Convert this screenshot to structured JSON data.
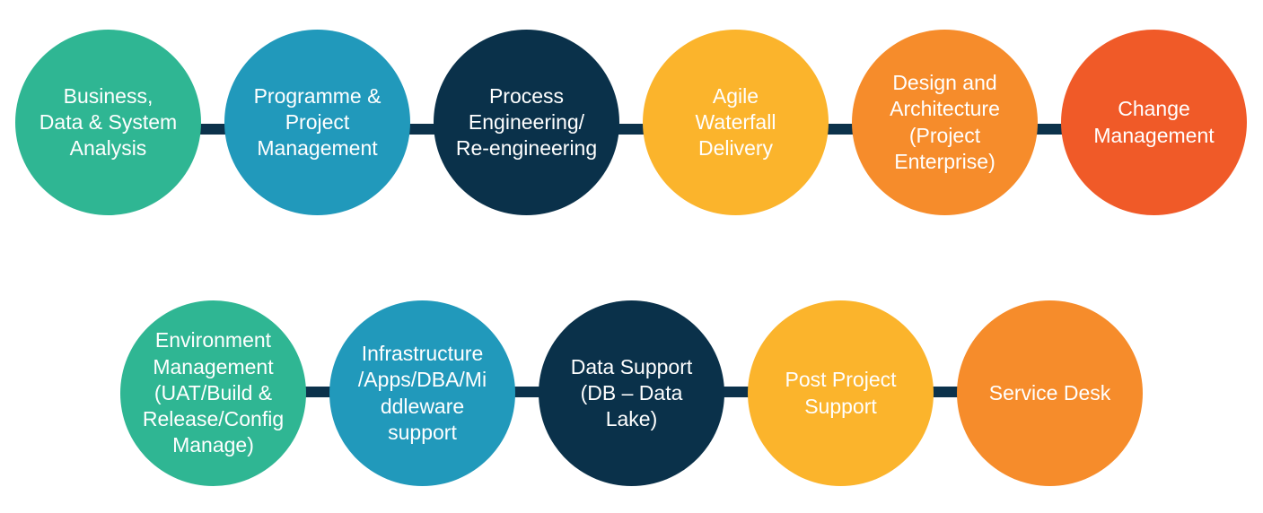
{
  "background_color": "#FFFFFF",
  "text_color": "#FFFFFF",
  "connector_color": "#0C324B",
  "palette": {
    "teal": "#2FB693",
    "blue": "#2199BB",
    "navy": "#0A314A",
    "amber": "#FBB42C",
    "orange": "#F68C2B",
    "red_orange": "#F05A28"
  },
  "rows": [
    {
      "items": [
        {
          "label": "Business,\nData & System\nAnalysis",
          "color": "#2FB693"
        },
        {
          "label": "Programme &\nProject\nManagement",
          "color": "#2199BB"
        },
        {
          "label": "Process\nEngineering/\nRe-engineering",
          "color": "#0A314A"
        },
        {
          "label": "Agile\nWaterfall\nDelivery",
          "color": "#FBB42C"
        },
        {
          "label": "Design and\nArchitecture\n(Project\nEnterprise)",
          "color": "#F68C2B"
        },
        {
          "label": "Change\nManagement",
          "color": "#F05A28"
        }
      ]
    },
    {
      "items": [
        {
          "label": "Environment\nManagement\n(UAT/Build &\nRelease/Config\nManage)",
          "color": "#2FB693"
        },
        {
          "label": "Infrastructure\n/Apps/DBA/Mi\nddleware\nsupport",
          "color": "#2199BB"
        },
        {
          "label": "Data Support\n(DB – Data\nLake)",
          "color": "#0A314A"
        },
        {
          "label": "Post Project\nSupport",
          "color": "#FBB42C"
        },
        {
          "label": "Service Desk",
          "color": "#F68C2B"
        }
      ]
    }
  ]
}
